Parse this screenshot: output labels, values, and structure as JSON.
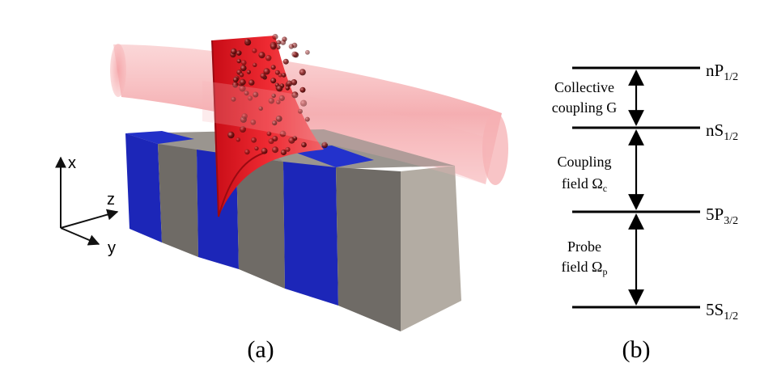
{
  "panel_a": {
    "label": "(a)",
    "axes": {
      "x": "x",
      "y": "y",
      "z": "z"
    },
    "colors": {
      "blue": "#1c26b8",
      "gray": "#6f6b66",
      "beam": "#f4a5a8",
      "wave": "#e0121c",
      "atom": "#6b0d0d"
    }
  },
  "panel_b": {
    "label": "(b)",
    "levels": [
      {
        "main": "nP",
        "sub": "1/2"
      },
      {
        "main": "nS",
        "sub": "1/2"
      },
      {
        "main": "5P",
        "sub": "3/2"
      },
      {
        "main": "5S",
        "sub": "1/2"
      }
    ],
    "transitions": [
      {
        "line1": "Collective",
        "line2": "coupling G",
        "sym": "",
        "sub": ""
      },
      {
        "line1": "Coupling",
        "line2": "field ",
        "sym": "Ω",
        "sub": "c"
      },
      {
        "line1": "Probe",
        "line2": "field ",
        "sym": "Ω",
        "sub": "p"
      }
    ]
  }
}
